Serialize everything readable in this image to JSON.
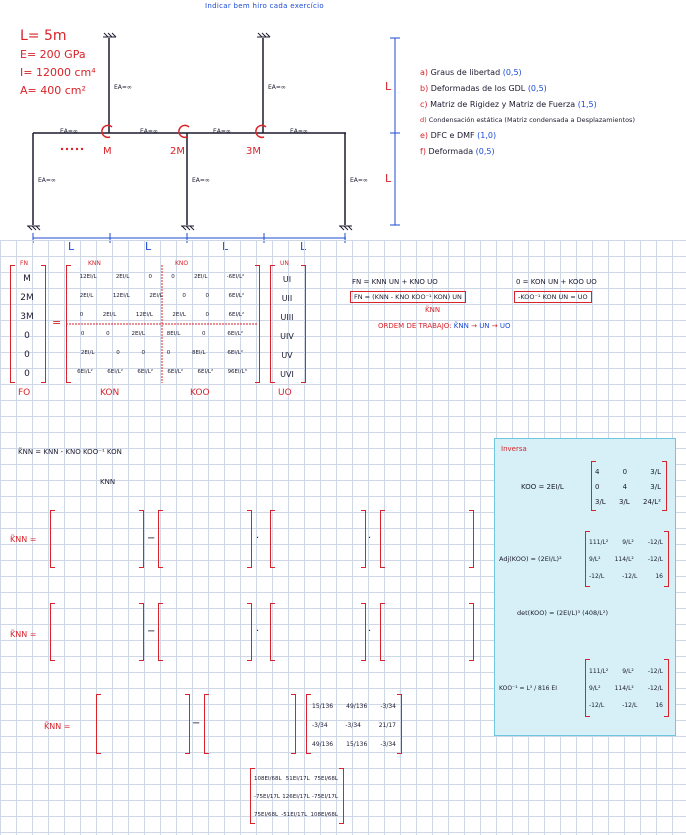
{
  "header": {
    "title": "Indicar bem hiro cada exercício"
  },
  "props": [
    {
      "label": "L=",
      "value": "5m"
    },
    {
      "label": "E=",
      "value": "200 GPa"
    },
    {
      "label": "I=",
      "value": "12000 cm⁴"
    },
    {
      "label": "A=",
      "value": "400 cm²"
    }
  ],
  "tasks": [
    {
      "letter": "a)",
      "text": "Graus de libertad",
      "score": "(0,5)"
    },
    {
      "letter": "b)",
      "text": "Deformadas de los GDL",
      "score": "(0,5)"
    },
    {
      "letter": "c)",
      "text": "Matriz de Rigidez y Matriz de Fuerza",
      "score": "(1,5)"
    },
    {
      "letter": "d)",
      "text": "Condensación estática (Matriz condensada a Desplazamientos)",
      "score": ""
    },
    {
      "letter": "e)",
      "text": "DFC e DMF",
      "score": "(1,0)"
    },
    {
      "letter": "f)",
      "text": "Deformada",
      "score": "(0,5)"
    }
  ],
  "frame": {
    "masses": [
      "M",
      "2M",
      "3M"
    ],
    "ea_labels": [
      "EA=∞",
      "EA=∞",
      "EA=∞",
      "EA=∞",
      "EA=∞",
      "EA=∞",
      "EA=∞",
      "EA=∞",
      "EA=∞"
    ],
    "span_label": "L",
    "height_label": "L"
  },
  "matrix_section": {
    "col_headers": [
      "FN",
      "KNN",
      "KNO",
      "UN"
    ],
    "f_rows": [
      "M",
      "2M",
      "3M",
      "0",
      "0",
      "0"
    ],
    "u_rows": [
      "UI",
      "UII",
      "UIII",
      "UIV",
      "UV",
      "UVI"
    ],
    "labels_bottom": [
      "FO",
      "KON",
      "KOO",
      "UO"
    ],
    "eq1": "FN = KNN UN + KNO UO",
    "eq2": "0 = KON UN + KOO UO",
    "eq3": "FN = (KNN - KNO KOO⁻¹ KON) UN",
    "eq4": "-KOO⁻¹ KON UN = UO",
    "kcond_label": "K̃NN",
    "order_label": "ORDEM DE TRABAJO:",
    "order_steps": [
      "K̃NN",
      "UN",
      "UO"
    ]
  },
  "knn_eq": "K̃NN = KNN - KNO KOO⁻¹ KON",
  "knn_word": "KNN",
  "kt_label": "K̃NN =",
  "inverse": {
    "title": "Inversa",
    "koo_label": "KOO = 2EI/L",
    "koo_matrix": [
      "4",
      "0",
      "3/L",
      "0",
      "4",
      "3/L",
      "3/L",
      "3/L",
      "24/L²"
    ],
    "adj_label": "Adj(KOO) = (2EI/L)²",
    "adj_matrix": [
      "111/L²",
      "9/L²",
      "-12/L",
      "9/L²",
      "114/L²",
      "-12/L",
      "-12/L",
      "-12/L",
      "16"
    ],
    "det_label": "det(KOO) = (2EI/L)³ (408/L²)",
    "inv_label": "KOO⁻¹ = L³ / 816 EI",
    "inv_matrix": [
      "111/L²",
      "9/L²",
      "-12/L",
      "9/L²",
      "114/L²",
      "-12/L",
      "-12/L",
      "-12/L",
      "16"
    ]
  },
  "result": {
    "frac_mat": [
      "15/136",
      "49/136",
      "-3/34",
      "-3/34",
      "-3/34",
      "21/17",
      "49/136",
      "15/136",
      "-3/34"
    ],
    "final": [
      "108EI/68L",
      "51EI/17L",
      "75EI/68L",
      "-75EI/17L",
      "126EI/17L",
      "-75EI/17L",
      "75EI/68L",
      "-51EI/17L",
      "108EI/68L"
    ]
  }
}
